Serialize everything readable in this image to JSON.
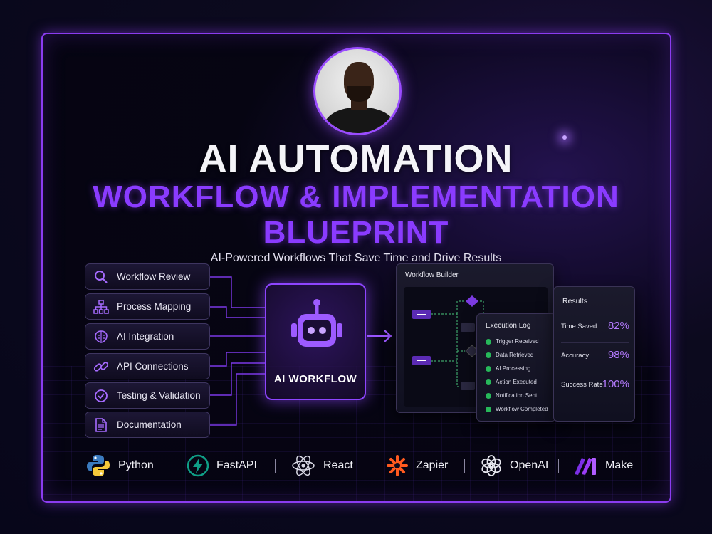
{
  "header": {
    "title_line1": "AI AUTOMATION",
    "title_line2": "WORKFLOW & IMPLEMENTATION",
    "title_line3": "BLUEPRINT",
    "subtitle": "AI-Powered Workflows That Save Time and Drive Results"
  },
  "steps": [
    {
      "label": "Workflow Review",
      "icon": "search-icon"
    },
    {
      "label": "Process Mapping",
      "icon": "hierarchy-icon"
    },
    {
      "label": "AI Integration",
      "icon": "brain-icon"
    },
    {
      "label": "API Connections",
      "icon": "link-icon"
    },
    {
      "label": "Testing & Validation",
      "icon": "check-circle-icon"
    },
    {
      "label": "Documentation",
      "icon": "document-icon"
    }
  ],
  "center": {
    "label": "AI WORKFLOW",
    "icon": "robot-icon"
  },
  "builder": {
    "title": "Workflow Builder"
  },
  "execution_log": {
    "title": "Execution Log",
    "items": [
      "Trigger Received",
      "Data Retrieved",
      "AI Processing",
      "Action Executed",
      "Notification Sent",
      "Workflow Completed"
    ]
  },
  "results": {
    "title": "Results",
    "rows": [
      {
        "key": "Time Saved",
        "value": "82%"
      },
      {
        "key": "Accuracy",
        "value": "98%"
      },
      {
        "key": "Success Rate",
        "value": "100%"
      }
    ]
  },
  "tools": [
    {
      "label": "Python",
      "icon": "python-icon"
    },
    {
      "label": "FastAPI",
      "icon": "fastapi-icon"
    },
    {
      "label": "React",
      "icon": "react-icon"
    },
    {
      "label": "Zapier",
      "icon": "zapier-icon"
    },
    {
      "label": "OpenAI",
      "icon": "openai-icon"
    },
    {
      "label": "Make",
      "icon": "make-icon"
    }
  ],
  "colors": {
    "accent": "#8a3bff",
    "frame": "#8b3cf0",
    "success": "#27b85a"
  }
}
